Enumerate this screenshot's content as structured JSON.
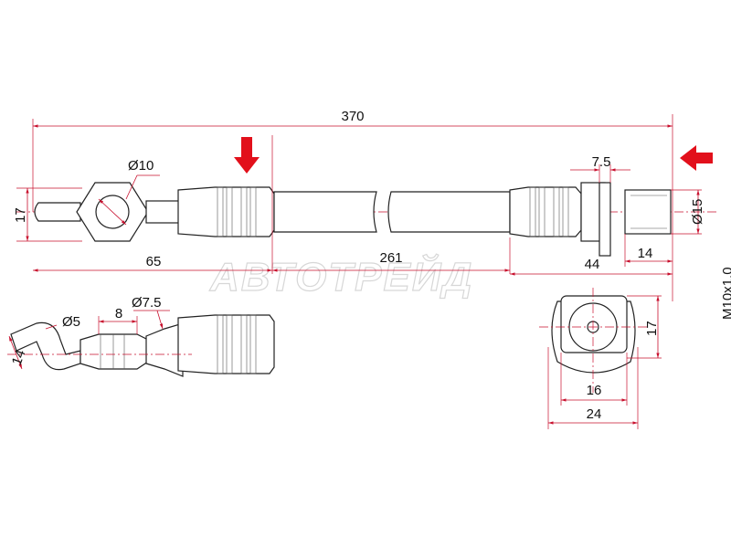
{
  "watermark": "АВТОТРЕЙД",
  "dimensions": {
    "overall_length": "370",
    "eye_diameter": "Ø10",
    "eye_height": "17",
    "eye_to_hose": "65",
    "hose_length": "261",
    "end_fitting_length": "44",
    "clip_width": "7.5",
    "nut_diameter": "Ø15",
    "nut_length": "14",
    "thread": "M10x1.0",
    "pipe_diameter": "Ø5",
    "pipe_bend": "14",
    "pipe_flare": "8",
    "pipe_outer": "Ø7.5",
    "end_view_height": "17",
    "end_view_inner": "16",
    "end_view_outer": "24"
  },
  "colors": {
    "dimension_lines": "#c8102e",
    "arrows": "#e2101b",
    "outline": "#222222"
  },
  "arrows": [
    "mount-arrow-down",
    "mount-arrow-left"
  ]
}
